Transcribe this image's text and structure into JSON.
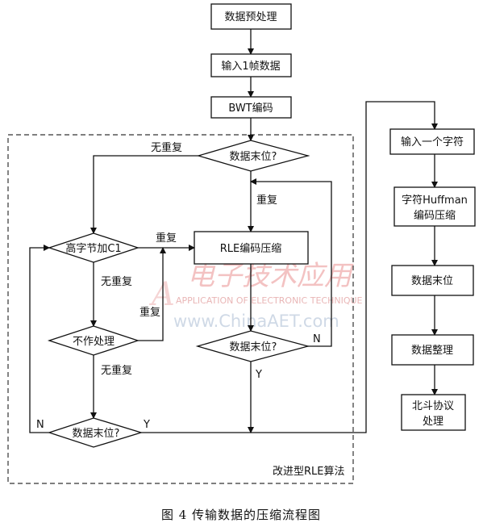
{
  "nodes": {
    "preprocess": "数据预处理",
    "input_frame": "输入1帧数据",
    "bwt": "BWT编码",
    "end_check_top": "数据末位?",
    "add_high_byte": "高字节加C1",
    "rle_compress": "RLE编码压缩",
    "no_process": "不作处理",
    "end_check_right": "数据末位?",
    "end_check_bottom": "数据末位?",
    "input_char": "输入一个字符",
    "huffman_line1": "字符Huffman",
    "huffman_line2": "编码压缩",
    "data_end": "数据末位",
    "data_arrange": "数据整理",
    "beidou_line1": "北斗协议",
    "beidou_line2": "处理"
  },
  "labels": {
    "no_repeat_top": "无重复",
    "repeat_top": "重复",
    "repeat_mid": "重复",
    "no_repeat_mid": "无重复",
    "repeat_low": "重复",
    "no_repeat_low": "无重复",
    "n_right": "N",
    "y_right": "Y",
    "n_bottom": "N",
    "y_bottom": "Y"
  },
  "group_label": "改进型RLE算法",
  "caption": "图 4  传输数据的压缩流程图",
  "watermark": {
    "line1": "电子技术应用",
    "line2": "APPLICATION OF ELECTRONIC TECHNIQUE",
    "line3": "www.ChinaAET.com",
    "glyph": "A"
  }
}
